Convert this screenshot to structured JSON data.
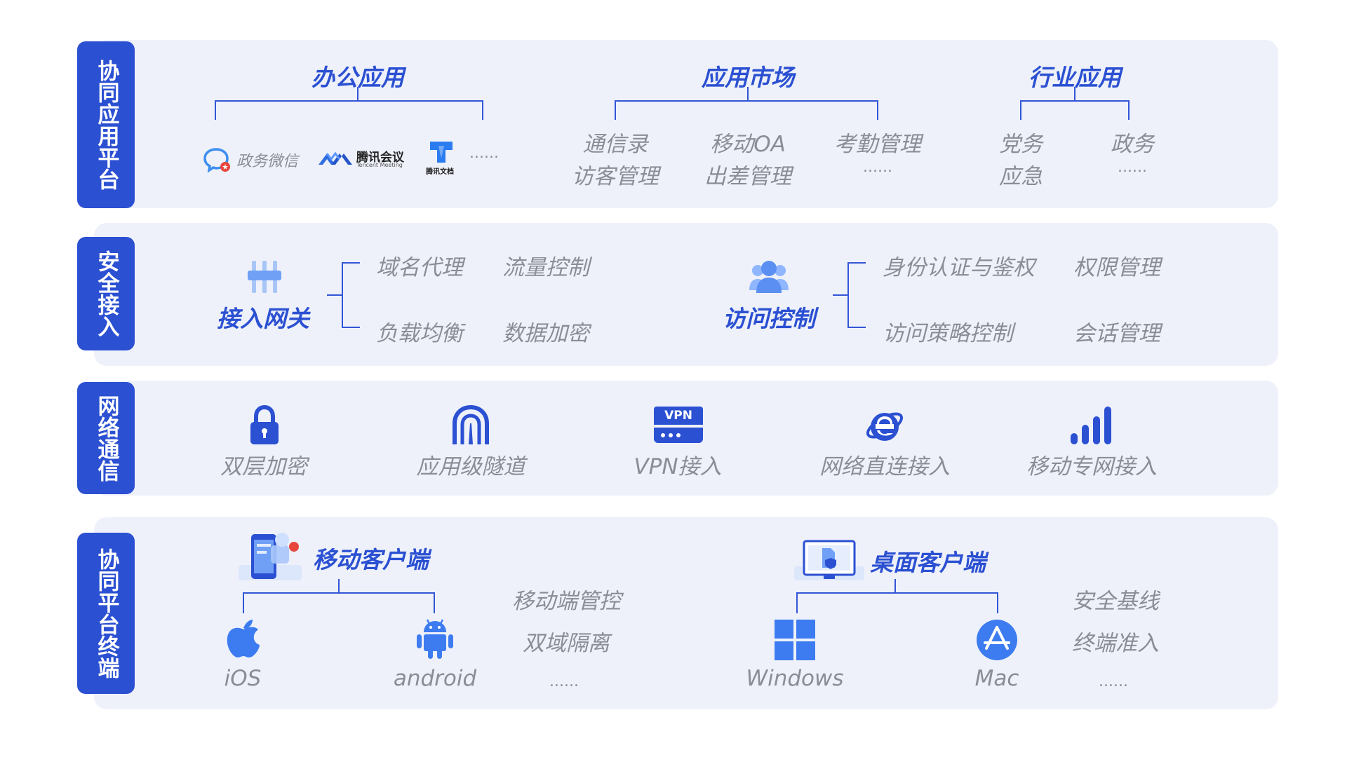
{
  "rows": {
    "collab_app": {
      "label": "协同应用平台",
      "office": {
        "title": "办公应用",
        "items": [
          "政务微信",
          "腾讯会议",
          "Tencent Meeting",
          "腾讯文档",
          "......"
        ]
      },
      "market": {
        "title": "应用市场",
        "col1": [
          "通信录",
          "访客管理"
        ],
        "col2": [
          "移动OA",
          "出差管理"
        ],
        "col3": [
          "考勤管理",
          "......"
        ]
      },
      "industry": {
        "title": "行业应用",
        "col1": [
          "党务",
          "应急"
        ],
        "col2": [
          "政务",
          "......"
        ]
      }
    },
    "security": {
      "label": "安全接入",
      "gateway": {
        "title": "接入网关",
        "items": [
          "域名代理",
          "流量控制",
          "负载均衡",
          "数据加密"
        ]
      },
      "access": {
        "title": "访问控制",
        "items": [
          "身份认证与鉴权",
          "权限管理",
          "访问策略控制",
          "会话管理"
        ]
      }
    },
    "network": {
      "label": "网络通信",
      "items": [
        "双层加密",
        "应用级隧道",
        "VPN接入",
        "网络直连接入",
        "移动专网接入"
      ],
      "vpn_badge": "VPN"
    },
    "terminal": {
      "label": "协同平台终端",
      "mobile": {
        "title": "移动客户端",
        "platforms": [
          "iOS",
          "android"
        ],
        "features": [
          "移动端管控",
          "双域隔离",
          "......"
        ]
      },
      "desktop": {
        "title": "桌面客户端",
        "platforms": [
          "Windows",
          "Mac"
        ],
        "features": [
          "安全基线",
          "终端准入",
          "......"
        ]
      }
    }
  },
  "colors": {
    "accent": "#2b50d2",
    "panel": "#eef1fa",
    "text_gray": "#8a8d96",
    "icon_blue": "#3d6ee8"
  },
  "icons": [
    "gateway-icon",
    "users-icon",
    "lock-icon",
    "tunnel-icon",
    "vpn-icon",
    "ie-icon",
    "signal-icon",
    "phone-app-icon",
    "desktop-app-icon",
    "apple-icon",
    "android-icon",
    "windows-icon",
    "appstore-icon",
    "wechat-gov-icon",
    "tencent-meeting-icon",
    "tencent-docs-icon"
  ]
}
